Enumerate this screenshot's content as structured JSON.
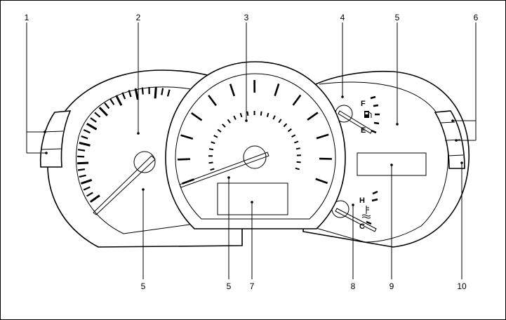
{
  "callouts": {
    "c1": "1",
    "c2": "2",
    "c3": "3",
    "c4": "4",
    "c5_top": "5",
    "c6": "6",
    "c5_left": "5",
    "c5_center": "5",
    "c7": "7",
    "c8": "8",
    "c9": "9",
    "c10": "10"
  },
  "fuel_gauge": {
    "full_label": "F",
    "empty_label": "E",
    "icon": "fuel-pump-icon"
  },
  "temp_gauge": {
    "hot_label": "H",
    "cold_label": "C",
    "icon": "coolant-temperature-icon"
  },
  "colors": {
    "line": "#000000",
    "background": "#ffffff"
  }
}
